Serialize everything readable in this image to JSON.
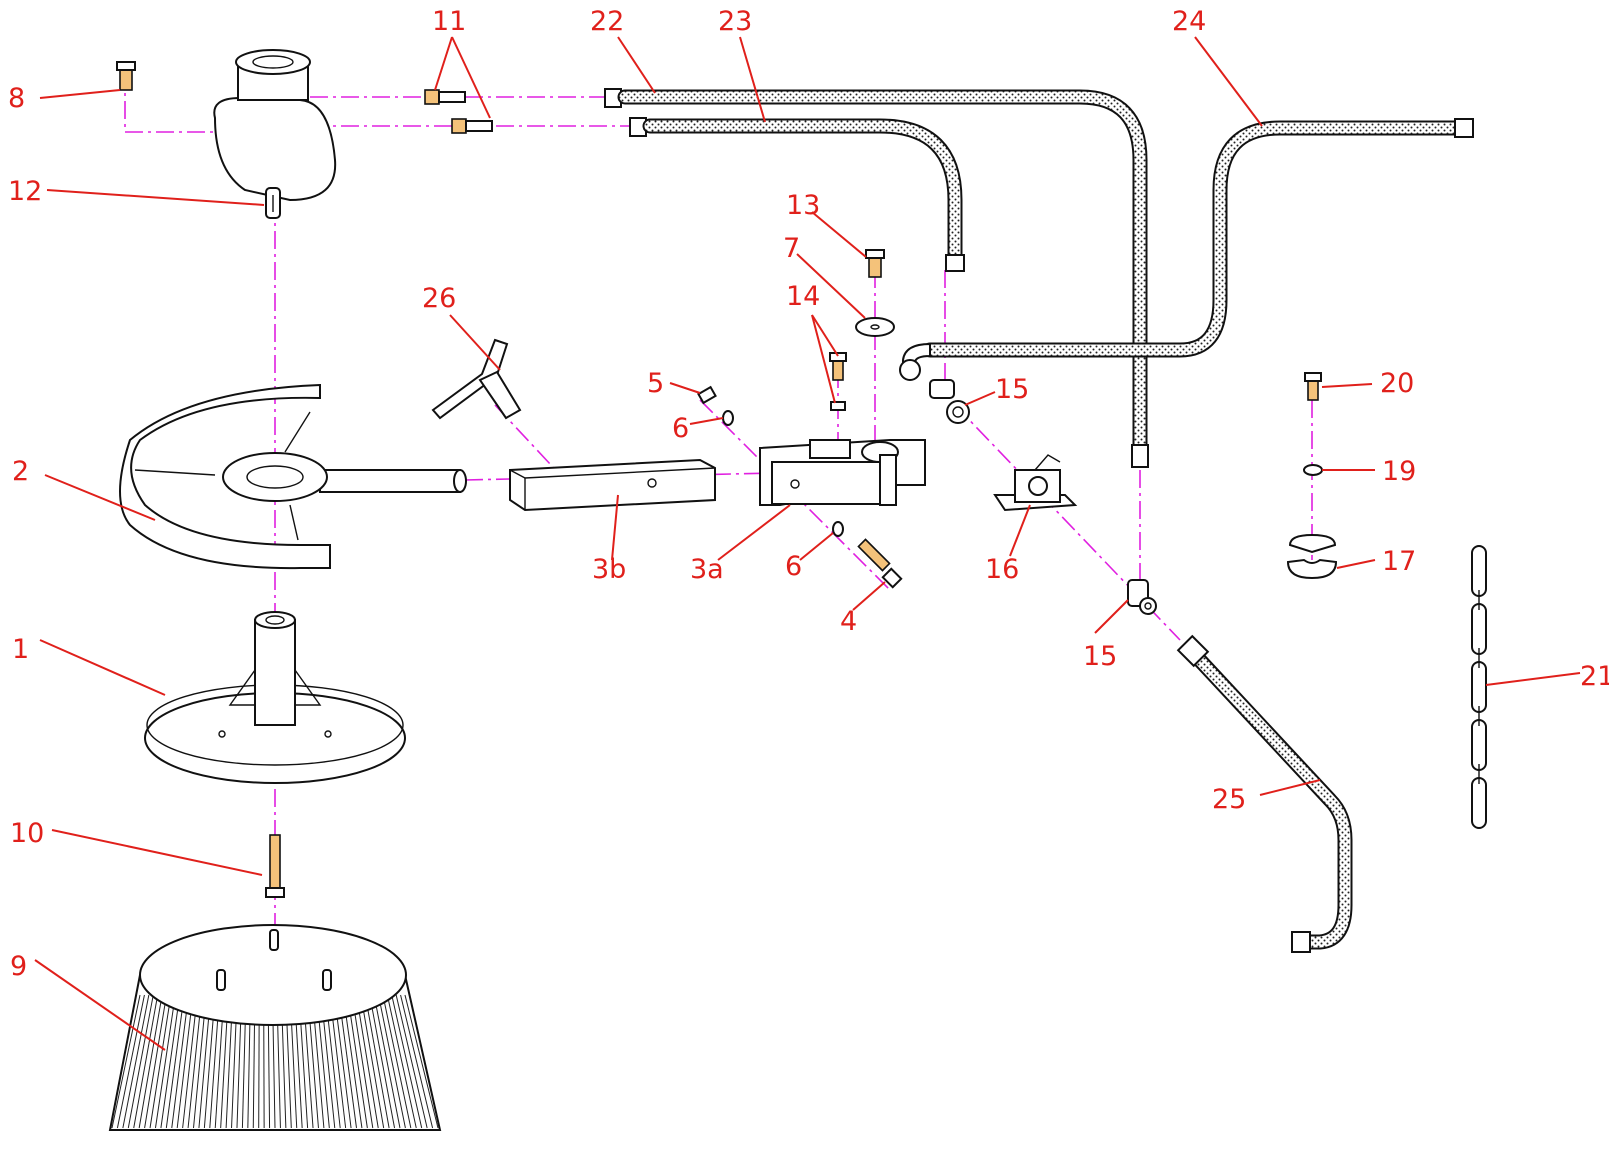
{
  "diagram": {
    "type": "exploded-parts-view",
    "colors": {
      "callout": "#e0201b",
      "axis": "#e020e0",
      "line": "#111111",
      "bolt": "#f4c27a"
    },
    "callouts": [
      {
        "id": "c8",
        "label": "8"
      },
      {
        "id": "c11",
        "label": "11"
      },
      {
        "id": "c22",
        "label": "22"
      },
      {
        "id": "c23",
        "label": "23"
      },
      {
        "id": "c24",
        "label": "24"
      },
      {
        "id": "c12",
        "label": "12"
      },
      {
        "id": "c13",
        "label": "13"
      },
      {
        "id": "c7",
        "label": "7"
      },
      {
        "id": "c26",
        "label": "26"
      },
      {
        "id": "c14",
        "label": "14"
      },
      {
        "id": "c5",
        "label": "5"
      },
      {
        "id": "c15a",
        "label": "15"
      },
      {
        "id": "c20",
        "label": "20"
      },
      {
        "id": "c6a",
        "label": "6"
      },
      {
        "id": "c2",
        "label": "2"
      },
      {
        "id": "c19",
        "label": "19"
      },
      {
        "id": "c3b",
        "label": "3b"
      },
      {
        "id": "c3a",
        "label": "3a"
      },
      {
        "id": "c6b",
        "label": "6"
      },
      {
        "id": "c16",
        "label": "16"
      },
      {
        "id": "c17",
        "label": "17"
      },
      {
        "id": "c4",
        "label": "4"
      },
      {
        "id": "c15b",
        "label": "15"
      },
      {
        "id": "c1",
        "label": "1"
      },
      {
        "id": "c21",
        "label": "21"
      },
      {
        "id": "c25",
        "label": "25"
      },
      {
        "id": "c10",
        "label": "10"
      },
      {
        "id": "c9",
        "label": "9"
      }
    ]
  }
}
